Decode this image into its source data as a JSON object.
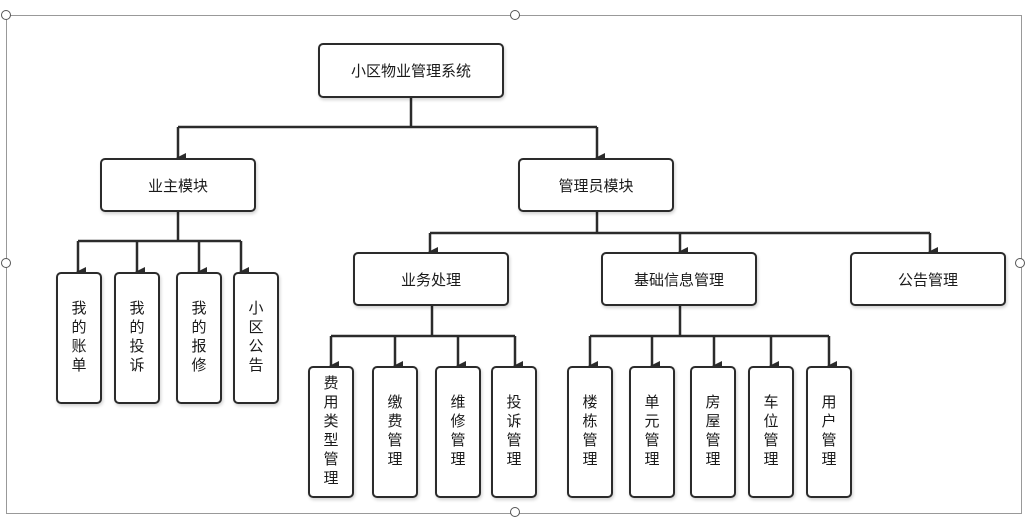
{
  "root": "小区物业管理系统",
  "owner": {
    "title": "业主模块",
    "items": [
      "我的账单",
      "我的投诉",
      "我的报修",
      "小区公告"
    ]
  },
  "admin": {
    "title": "管理员模块",
    "business": {
      "title": "业务处理",
      "items": [
        "费用类型管理",
        "缴费管理",
        "维修管理",
        "投诉管理"
      ]
    },
    "basic": {
      "title": "基础信息管理",
      "items": [
        "楼栋管理",
        "单元管理",
        "房屋管理",
        "车位管理",
        "用户管理"
      ]
    },
    "notice": "公告管理"
  }
}
